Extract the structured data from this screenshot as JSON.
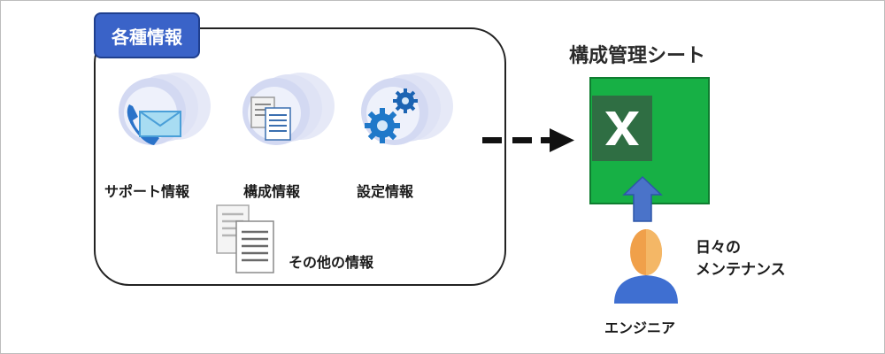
{
  "group": {
    "title": "各種情報"
  },
  "items": {
    "support": "サポート情報",
    "config": "構成情報",
    "settings": "設定情報",
    "other": "その他の情報"
  },
  "sheet": {
    "title": "構成管理シート"
  },
  "maintenance": {
    "line1": "日々の",
    "line2": "メンテナンス"
  },
  "engineer": {
    "label": "エンジニア"
  },
  "colors": {
    "accent_blue": "#3a63c8",
    "sheet_green": "#17b045",
    "sheet_dark": "#2f6e43",
    "person_orange": "#f0a04a",
    "person_blue": "#3f6fd1"
  }
}
